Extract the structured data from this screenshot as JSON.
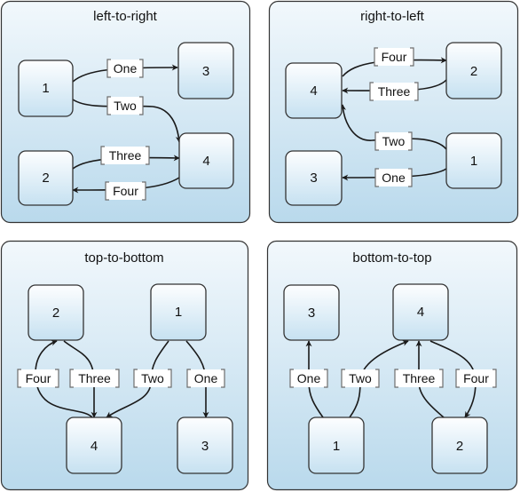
{
  "panels": [
    {
      "title": "left-to-right",
      "nodes": [
        "1",
        "3",
        "4",
        "2"
      ],
      "edges": [
        "One",
        "Two",
        "Three",
        "Four"
      ]
    },
    {
      "title": "right-to-left",
      "nodes": [
        "4",
        "2",
        "3",
        "1"
      ],
      "edges": [
        "Four",
        "Three",
        "Two",
        "One"
      ]
    },
    {
      "title": "top-to-bottom",
      "nodes": [
        "2",
        "1",
        "4",
        "3"
      ],
      "edges": [
        "Four",
        "Three",
        "Two",
        "One"
      ]
    },
    {
      "title": "bottom-to-top",
      "nodes": [
        "3",
        "4",
        "1",
        "2"
      ],
      "edges": [
        "One",
        "Two",
        "Three",
        "Four"
      ]
    }
  ]
}
